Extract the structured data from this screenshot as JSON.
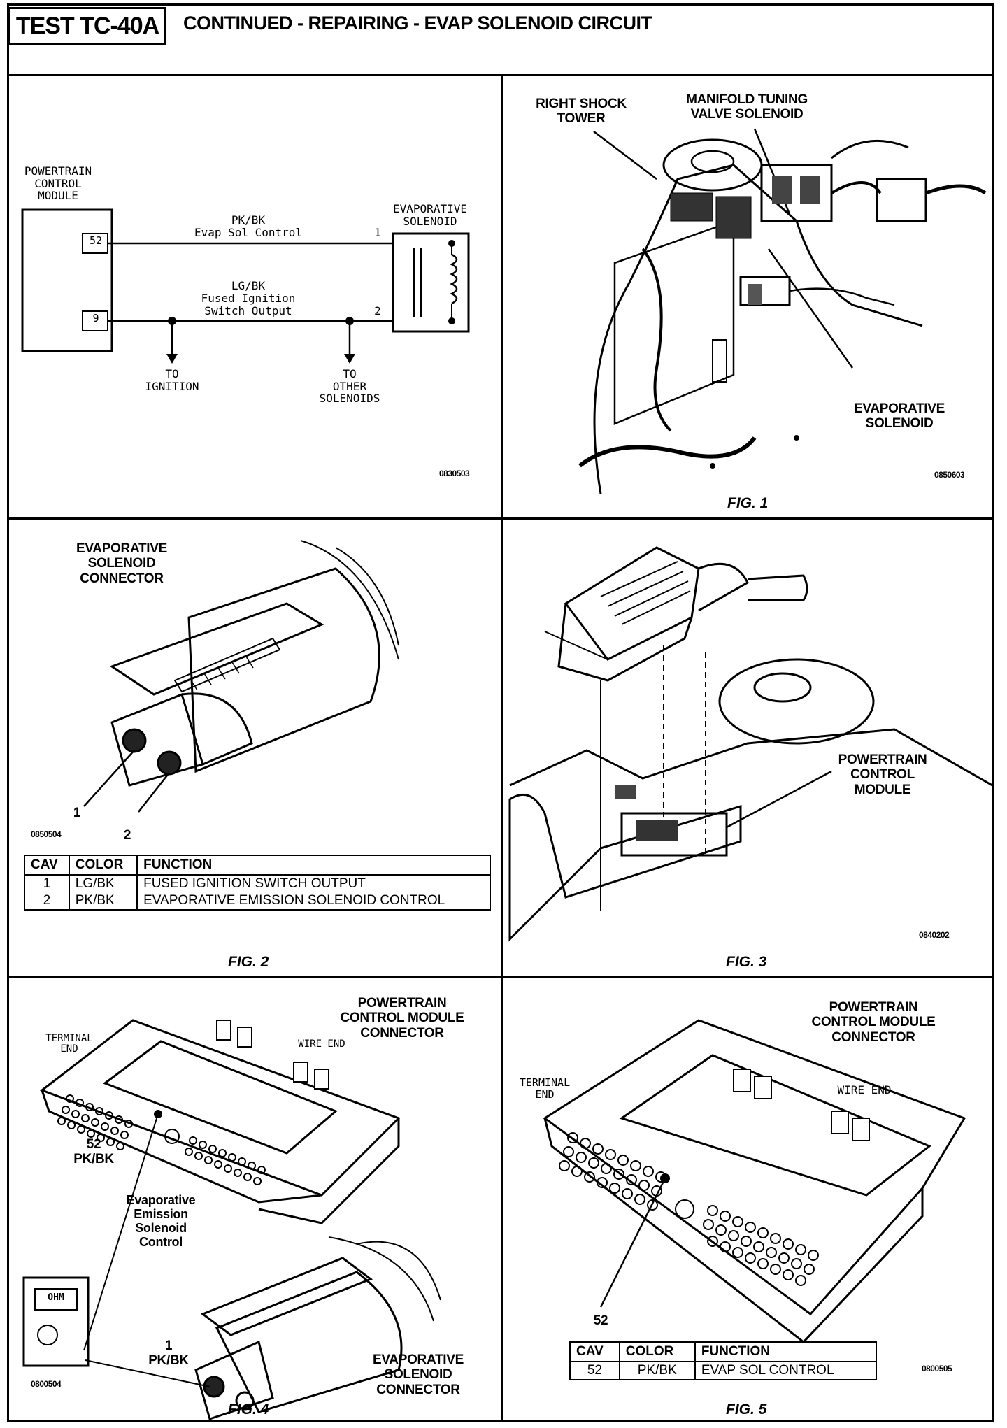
{
  "header": {
    "test_id": "TEST TC-40A",
    "title": "CONTINUED - REPAIRING - EVAP SOLENOID CIRCUIT"
  },
  "schematic": {
    "pcm_label": "POWERTRAIN\nCONTROL\nMODULE",
    "pin_52": "52",
    "pin_9": "9",
    "wire1_color": "PK/BK",
    "wire1_name": "Evap Sol Control",
    "wire2_color": "LG/BK",
    "wire2_name": "Fused Ignition\nSwitch Output",
    "solenoid_label": "EVAPORATIVE\nSOLENOID",
    "sol_pin_1": "1",
    "sol_pin_2": "2",
    "to_ignition": "TO\nIGNITION",
    "to_other": "TO\nOTHER\nSOLENOIDS",
    "code": "0830503"
  },
  "fig1": {
    "label_shock": "RIGHT SHOCK\nTOWER",
    "label_manifold": "MANIFOLD TUNING\nVALVE SOLENOID",
    "label_evap": "EVAPORATIVE\nSOLENOID",
    "code": "0850603",
    "caption": "FIG. 1"
  },
  "fig2": {
    "label": "EVAPORATIVE\nSOLENOID\nCONNECTOR",
    "pin1": "1",
    "pin2": "2",
    "code": "0850504",
    "caption": "FIG. 2",
    "table": {
      "headers": [
        "CAV",
        "COLOR",
        "FUNCTION"
      ],
      "rows": [
        [
          "1",
          "LG/BK",
          "FUSED IGNITION SWITCH OUTPUT"
        ],
        [
          "2",
          "PK/BK",
          "EVAPORATIVE EMISSION SOLENOID CONTROL"
        ]
      ]
    }
  },
  "fig3": {
    "label": "POWERTRAIN\nCONTROL\nMODULE",
    "code": "0840202",
    "caption": "FIG. 3"
  },
  "fig4": {
    "label_pcm": "POWERTRAIN\nCONTROL MODULE\nCONNECTOR",
    "terminal_end": "TERMINAL\nEND",
    "wire_end": "WIRE END",
    "pin52": "52\nPK/BK",
    "evap_control": "Evaporative\nEmission\nSolenoid\nControl",
    "meter_display": "OHM",
    "pin1": "1\nPK/BK",
    "label_evap": "EVAPORATIVE\nSOLENOID\nCONNECTOR",
    "code": "0800504",
    "caption": "FIG. 4"
  },
  "fig5": {
    "label_pcm": "POWERTRAIN\nCONTROL MODULE\nCONNECTOR",
    "terminal_end": "TERMINAL\nEND",
    "wire_end": "WIRE  END",
    "pin52": "52",
    "code": "0800505",
    "caption": "FIG. 5",
    "table": {
      "headers": [
        "CAV",
        "COLOR",
        "FUNCTION"
      ],
      "rows": [
        [
          "52",
          "PK/BK",
          "EVAP SOL CONTROL"
        ]
      ]
    }
  }
}
